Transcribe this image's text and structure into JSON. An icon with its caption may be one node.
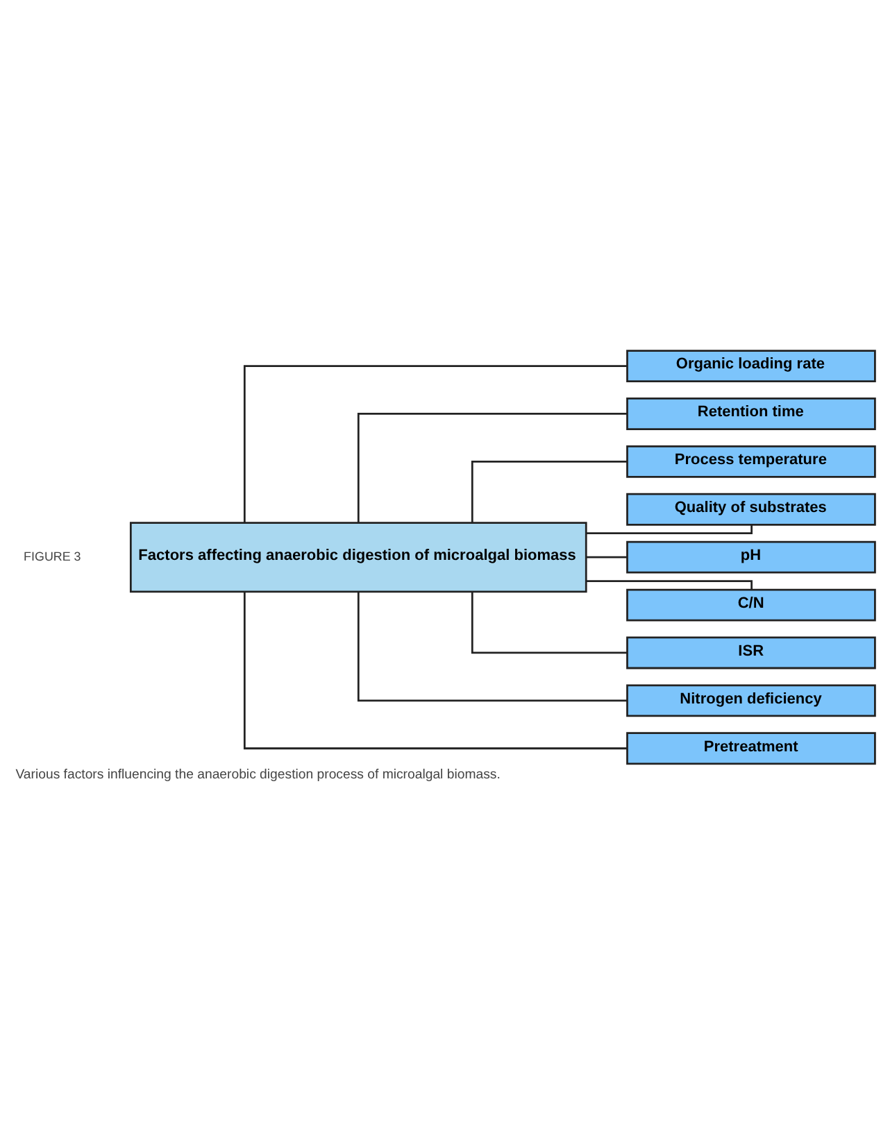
{
  "diagram": {
    "caption": "Various factors influencing the anaerobic digestion process of microalgal biomass.",
    "nodes": [
      {
        "text": [
          "Factors affecting anaerobic digestion of microalgal biomass"
        ]
      },
      {
        "text": [
          "Organic loading rate"
        ]
      },
      {
        "text": [
          "Retention time"
        ]
      },
      {
        "text": [
          "Process temperature"
        ]
      },
      {
        "text": [
          "Quality of substrates"
        ]
      },
      {
        "text": [
          "pH"
        ]
      },
      {
        "text": [
          "C/N"
        ]
      },
      {
        "text": [
          "ISR"
        ]
      },
      {
        "text": [
          "Nitrogen deficiency"
        ]
      },
      {
        "text": [
          "Pretreatment"
        ]
      }
    ],
    "edges": [
      {
        "from": 0,
        "to": 1,
        "arrow": "none"
      },
      {
        "from": 0,
        "to": 2,
        "arrow": "none"
      },
      {
        "from": 0,
        "to": 3,
        "arrow": "none"
      },
      {
        "from": 0,
        "to": 4,
        "arrow": "none"
      },
      {
        "from": 0,
        "to": 5,
        "arrow": "none"
      },
      {
        "from": 0,
        "to": 6,
        "arrow": "none"
      },
      {
        "from": 0,
        "to": 7,
        "arrow": "none"
      },
      {
        "from": 0,
        "to": 8,
        "arrow": "none"
      },
      {
        "from": 0,
        "to": 9,
        "arrow": "none"
      }
    ],
    "labels": [
      "FIGURE 3"
    ]
  }
}
